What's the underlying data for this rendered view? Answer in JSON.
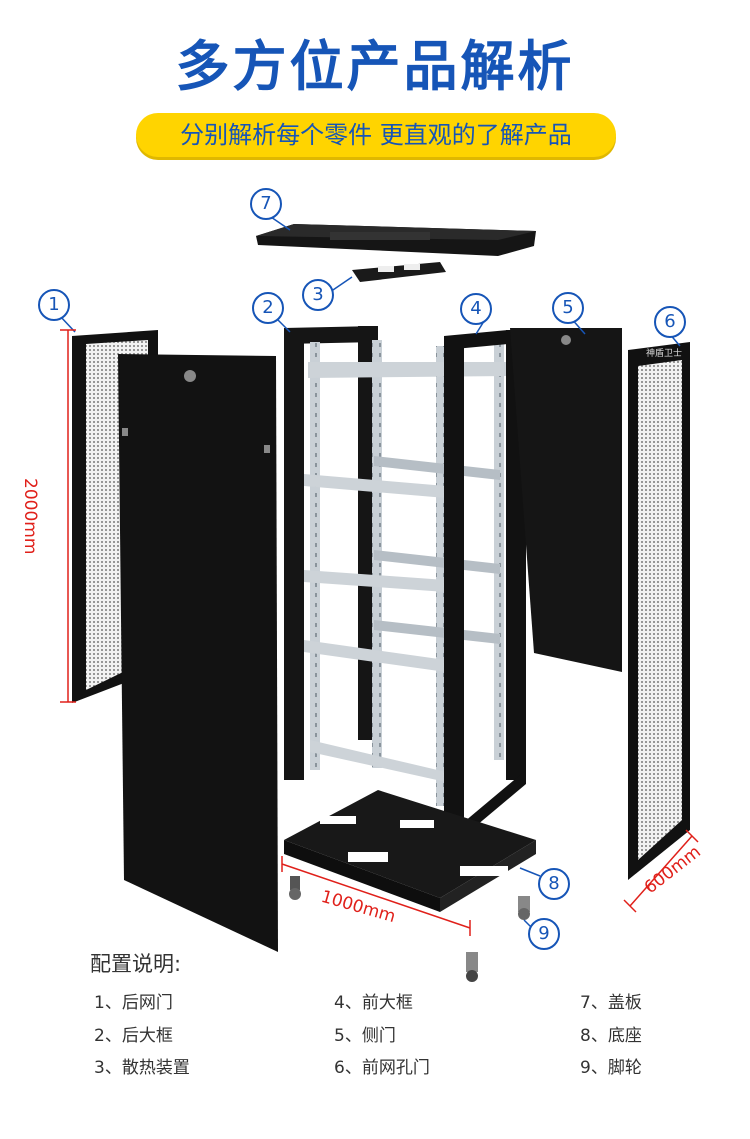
{
  "header": {
    "title": "多方位产品解析",
    "subtitle": "分别解析每个零件 更直观的了解产品"
  },
  "callouts": [
    "1",
    "2",
    "3",
    "4",
    "5",
    "6",
    "7",
    "8",
    "9"
  ],
  "dimensions": {
    "height": "2000mm",
    "width": "1000mm",
    "depth": "600mm"
  },
  "panel_brand_text": "神盾卫士",
  "config": {
    "title": "配置说明:",
    "items": [
      "1、后网门",
      "2、后大框",
      "3、散热装置",
      "4、前大框",
      "5、侧门",
      "6、前网孔门",
      "7、盖板",
      "8、底座",
      "9、脚轮"
    ]
  },
  "colors": {
    "brand_blue": "#1655b7",
    "highlight_yellow": "#ffd400",
    "dimension_red": "#e0201a",
    "panel_black": "#111111"
  }
}
